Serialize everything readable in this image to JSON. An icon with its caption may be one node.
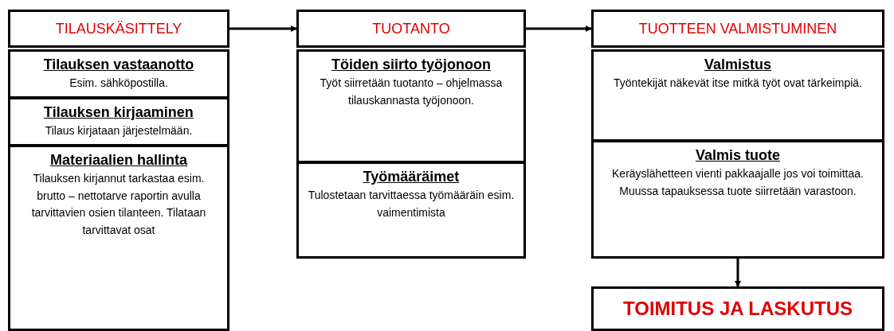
{
  "diagram": {
    "nodes": [
      {
        "text": [
          "TILAUSKÄSITTELY"
        ]
      },
      {
        "text": [
          "Tilauksen vastaanotto",
          "Esim. sähköpostilla."
        ]
      },
      {
        "text": [
          "Tilauksen kirjaaminen",
          "Tilaus kirjataan järjestelmään."
        ]
      },
      {
        "text": [
          "Materiaalien hallinta",
          "Tilauksen kirjannut tarkastaa esim. brutto – nettotarve raportin avulla tarvittavien osien tilanteen. Tilataan tarvittavat osat"
        ]
      },
      {
        "text": [
          "TUOTANTO"
        ]
      },
      {
        "text": [
          "Töiden siirto työjonoon",
          "Työt siirretään tuotanto – ohjelmassa tilauskannasta työjonoon."
        ]
      },
      {
        "text": [
          "Työmääräimet",
          "Tulostetaan tarvittaessa työmääräin esim. vaimentimista"
        ]
      },
      {
        "text": [
          "TUOTTEEN VALMISTUMINEN"
        ]
      },
      {
        "text": [
          "Valmistus",
          "Työntekijät näkevät itse mitkä työt ovat tärkeimpiä."
        ]
      },
      {
        "text": [
          "Valmis tuote",
          "Keräyslähetteen vienti pakkaajalle jos voi toimittaa. Muussa tapauksessa tuote siirretään varastoon."
        ]
      },
      {
        "text": [
          "TOIMITUS JA LASKUTUS"
        ]
      }
    ],
    "edges": [
      {
        "from": 0,
        "to": 4,
        "arrow": "to"
      },
      {
        "from": 4,
        "to": 7,
        "arrow": "to"
      },
      {
        "from": 9,
        "to": 10,
        "arrow": "to"
      }
    ]
  }
}
